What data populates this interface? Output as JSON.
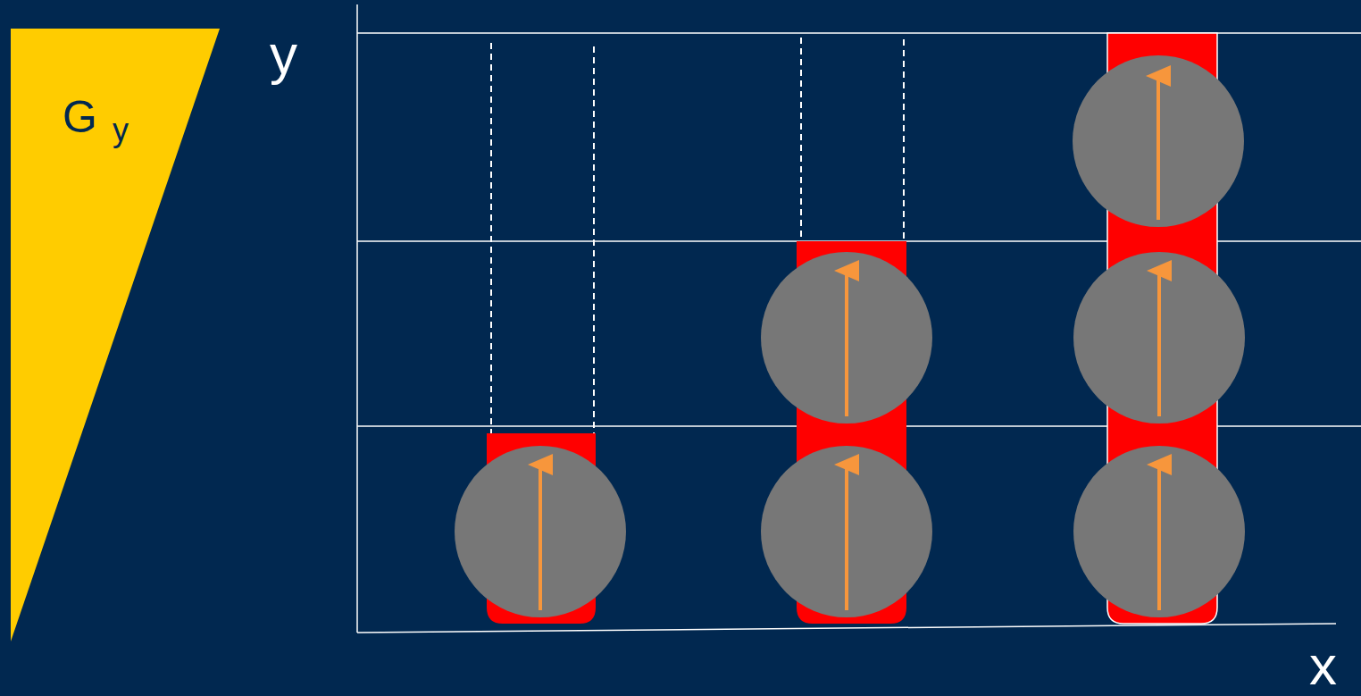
{
  "diagram": {
    "labels": [
      "G",
      "y",
      "y",
      "x"
    ]
  }
}
